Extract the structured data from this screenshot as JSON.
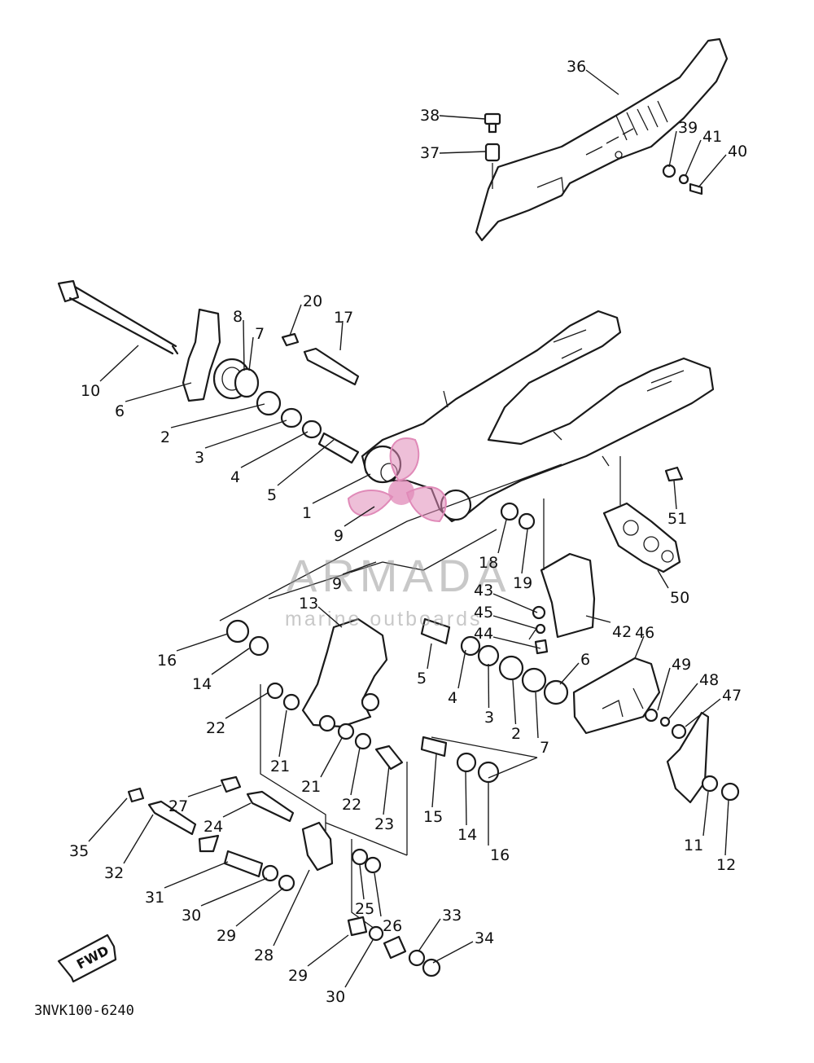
{
  "diagram_code": "3NVK100-6240",
  "watermark": {
    "brand": "ARMADA",
    "tagline": "marine outboards",
    "logo_color": "#e08ab8"
  },
  "fwd_label": "FWD",
  "callouts": [
    "36",
    "38",
    "37",
    "39",
    "41",
    "40",
    "20",
    "17",
    "8",
    "7",
    "10",
    "6",
    "2",
    "3",
    "4",
    "5",
    "1",
    "9",
    "51",
    "18",
    "19",
    "50",
    "9",
    "43",
    "45",
    "44",
    "42",
    "13",
    "46",
    "16",
    "14",
    "5",
    "4",
    "3",
    "2",
    "6",
    "7",
    "49",
    "48",
    "47",
    "22",
    "21",
    "21",
    "22",
    "23",
    "15",
    "14",
    "16",
    "27",
    "24",
    "35",
    "32",
    "31",
    "30",
    "29",
    "28",
    "25",
    "26",
    "11",
    "12",
    "33",
    "34",
    "29",
    "30"
  ]
}
